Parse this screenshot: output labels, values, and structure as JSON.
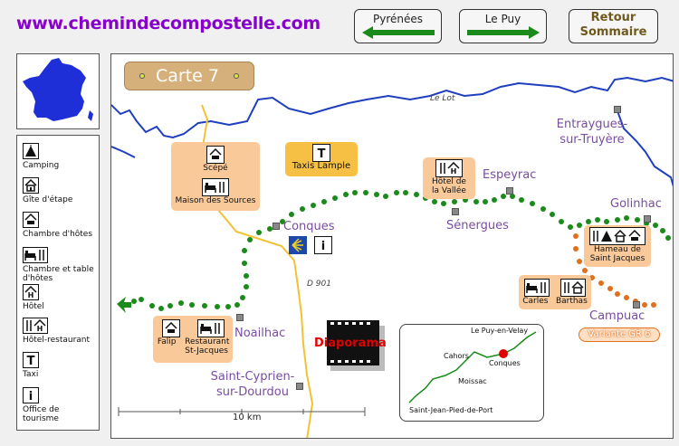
{
  "header": {
    "site_title": "www.chemindecompostelle.com",
    "nav_prev_label": "Pyrénées",
    "nav_next_label": "Le Puy",
    "back_label_line1": "Retour",
    "back_label_line2": "Sommaire"
  },
  "legend": {
    "items": [
      {
        "label": "Camping",
        "icon": "tent-icon"
      },
      {
        "label": "Gîte d'étape",
        "icon": "house-icon"
      },
      {
        "label": "Chambre d'hôtes",
        "icon": "guesthouse-icon"
      },
      {
        "label": "Chambre et table d'hôtes",
        "icon": "bed-fork-icon"
      },
      {
        "label": "Hôtel",
        "icon": "hotel-icon"
      },
      {
        "label": "Hôtel-restaurant",
        "icon": "hotel-restaurant-icon"
      },
      {
        "label": "Taxi",
        "icon": "taxi-icon"
      },
      {
        "label": "Office de tourisme",
        "icon": "info-icon"
      }
    ]
  },
  "map": {
    "title": "Carte 7",
    "river": "Le Lot",
    "road": "D 901",
    "scale": "10 km",
    "towns": {
      "entraygues": "Entraygues-sur-Truyère",
      "espeyrac": "Espeyrac",
      "golinhac": "Golinhac",
      "senergues": "Sénergues",
      "conques": "Conques",
      "noailhac": "Noailhac",
      "campuac": "Campuac",
      "saint_cyprien": "Saint-Cyprien-sur-Dourdou"
    },
    "pois": {
      "scepe": "Scépé",
      "maison_sources": "Maison des Sources",
      "taxis": "Taxis Lample",
      "hotel_vallee": "Hôtel de la Vallée",
      "hameau": "Hameau de Saint Jacques",
      "carles": "Carles",
      "barthas": "Barthas",
      "falip": "Falip",
      "restaurant_st_jacques": "Restaurant St-Jacques"
    },
    "variante": "Variante GR 6",
    "diaporama": "Diaporama",
    "inset": {
      "le_puy": "Le Puy-en-Velay",
      "cahors": "Cahors",
      "conques": "Conques",
      "moissac": "Moissac",
      "sjpp": "Saint-Jean-Pied-de-Port"
    }
  },
  "colors": {
    "accent_title": "#8800cc",
    "river": "#1f3fbf",
    "trail": "#1a8a1a",
    "variante": "#e07020",
    "box": "#f9c99a",
    "town": "#7a4da0"
  }
}
